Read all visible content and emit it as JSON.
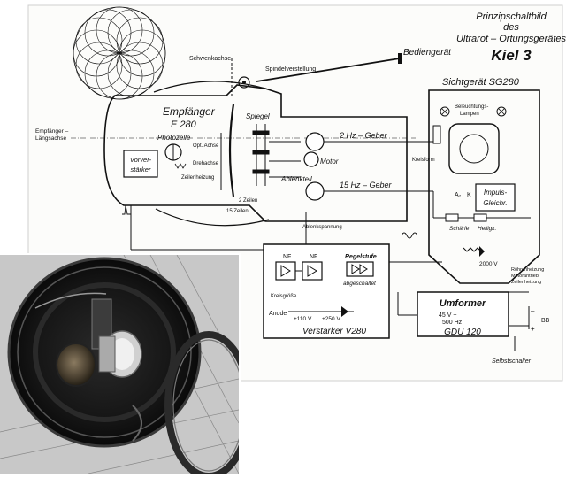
{
  "title": {
    "line1": "Prinzipschaltbild",
    "line2": "des",
    "line3": "Ultrarot – Ortungsgerätes",
    "model": "Kiel 3"
  },
  "labels": {
    "schwenkachse": "Schwenkachse",
    "spindelverstellung": "Spindelverstellung",
    "bediengeraet": "Bediengerät",
    "empfaenger": "Empfänger",
    "empfaenger_model": "E 280",
    "empfaenger_laengsachse_1": "Empfänger –",
    "empfaenger_laengsachse_2": "Längsachse",
    "photozelle": "Photozelle",
    "opt_achse": "Opt. Achse",
    "drehachse": "Drehachse",
    "zeilenheizung": "Zeilenheizung",
    "spiegel": "Spiegel",
    "motor": "Motor",
    "ablenkteil": "Ablenkteil",
    "zeilen_count": "2 Zeilen",
    "fifteen_zeilen": "15 Zeilen",
    "vorverstaerker_1": "Vorver-",
    "vorverstaerker_2": "stärker",
    "geber_2hz": "2 Hz – Geber",
    "geber_15hz": "15 Hz – Geber",
    "sichtgeraet": "Sichtgerät SG280",
    "beleuchtungslampen_1": "Beleuchtungs-",
    "beleuchtungslampen_2": "Lampen",
    "kreisform": "Kreisform",
    "impulsgleichr_1": "Impuls-",
    "impulsgleichr_2": "Gleichr.",
    "schaerfe": "Schärfe",
    "helligk": "Helligk.",
    "a2": "A₂",
    "k": "K",
    "v2000": "2000 V",
    "ablenkspannung": "Ablenkspannung",
    "nf1": "NF",
    "nf2": "NF",
    "regelstufe": "Regelstufe",
    "abgeschaltet": "abgeschaltet",
    "kreisgroesse": "Kreisgröße",
    "anode": "Anode",
    "v110": "+110 V",
    "v250": "+250 V",
    "verstaerker": "Verstärker V280",
    "umformer": "Umformer",
    "volt_45": "45 V ~",
    "hz_500": "500 Hz",
    "gdu": "GDU 120",
    "roehrenheizung": "Röhrenheizung",
    "motorantrieb": "Motorantrieb",
    "zeilenheizung2": "Zeilenheizung",
    "selbstschalter": "Selbstschalter",
    "bb": "BB",
    "minus": "–",
    "plus": "+"
  },
  "photo": {
    "description_name": "equipment-photo"
  }
}
